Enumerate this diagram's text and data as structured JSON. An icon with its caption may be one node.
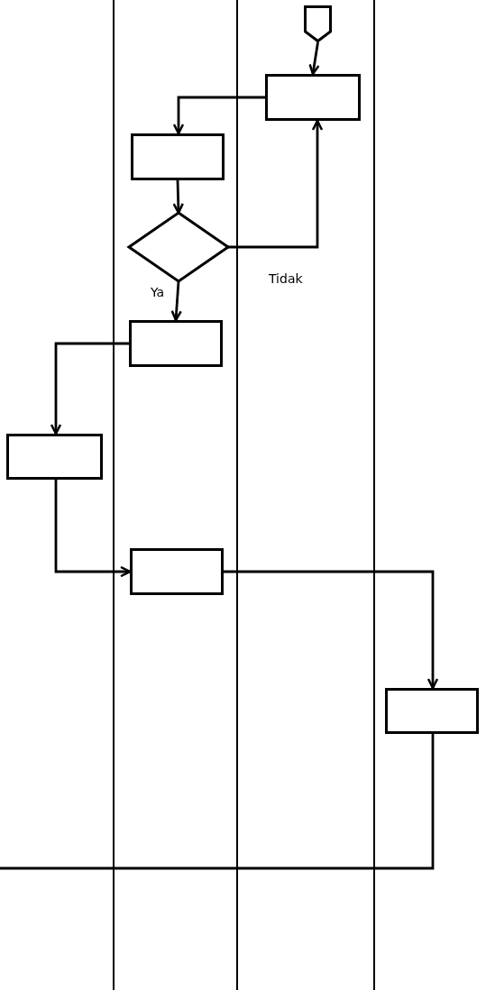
{
  "diagram": {
    "nodes": [
      {
        "text": [],
        "shape": "pentagon"
      },
      {
        "text": [],
        "shape": "box"
      },
      {
        "text": [],
        "shape": "box"
      },
      {
        "text": [],
        "shape": "diamond"
      },
      {
        "text": [],
        "shape": "box"
      },
      {
        "text": [],
        "shape": "box"
      },
      {
        "text": [],
        "shape": "box"
      },
      {
        "text": [],
        "shape": "box"
      }
    ],
    "edges": [
      {
        "from": 0,
        "to": 1,
        "arrow": "to"
      },
      {
        "from": 1,
        "to": 2,
        "arrow": "to"
      },
      {
        "from": 2,
        "to": 3,
        "arrow": "to"
      },
      {
        "from": 3,
        "to": 1,
        "arrow": "to",
        "label": "Tidak"
      },
      {
        "from": 3,
        "to": 4,
        "arrow": "to",
        "label": "Ya"
      },
      {
        "from": 4,
        "to": 5,
        "arrow": "to"
      },
      {
        "from": 5,
        "to": 6,
        "arrow": "to"
      },
      {
        "from": 6,
        "to": 7,
        "arrow": "to"
      },
      {
        "from": 7,
        "to": null,
        "arrow": "none"
      }
    ]
  }
}
